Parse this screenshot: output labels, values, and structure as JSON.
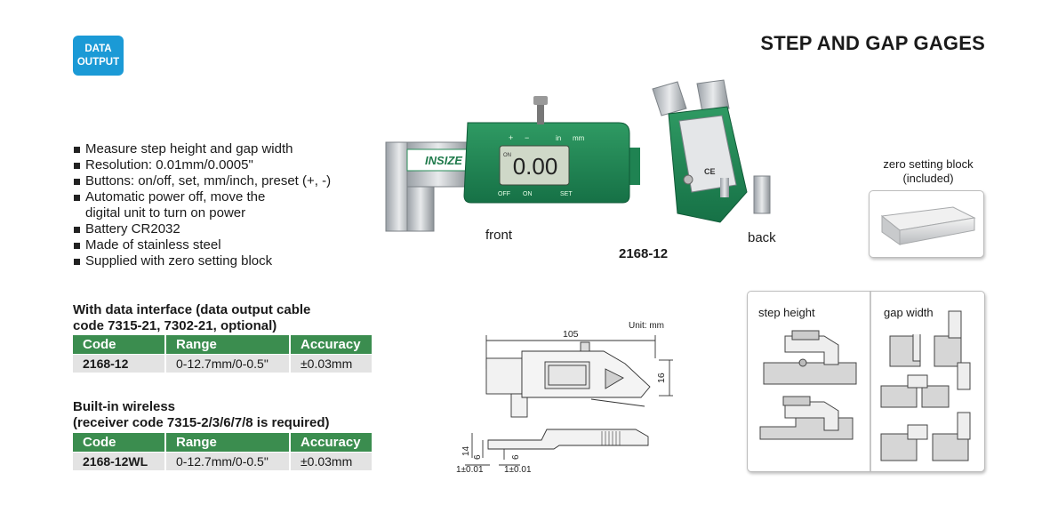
{
  "badge": {
    "line1": "DATA",
    "line2": "OUTPUT"
  },
  "title": "STEP AND GAP GAGES",
  "features": [
    "Measure step height and gap width",
    "Resolution: 0.01mm/0.0005\"",
    "Buttons: on/off, set, mm/inch, preset (+, -)",
    "Automatic power off, move the",
    "digital unit to turn on power",
    "Battery CR2032",
    "Made of stainless steel",
    "Supplied with zero setting block"
  ],
  "photo": {
    "front_caption": "front",
    "back_caption": "back",
    "model": "2168-12",
    "display_value": "0.00",
    "brand": "INSIZE",
    "btn_plus": "+",
    "btn_minus": "−",
    "btn_in": "in",
    "btn_mm": "mm",
    "btn_off": "OFF",
    "btn_on": "ON",
    "btn_set": "SET",
    "lcd_on": "ON",
    "label_ce": "CE"
  },
  "zero_block": {
    "line1": "zero setting block",
    "line2": "(included)"
  },
  "wired": {
    "heading1": "With data interface (data output cable",
    "heading2": "code 7315-21, 7302-21, optional)",
    "columns": [
      "Code",
      "Range",
      "Accuracy"
    ],
    "rows": [
      {
        "code": "2168-12",
        "range": "0-12.7mm/0-0.5\"",
        "accuracy": "±0.03mm"
      }
    ]
  },
  "wireless": {
    "heading1": "Built-in wireless",
    "heading2": "(receiver code 7315-2/3/6/7/8 is required)",
    "columns": [
      "Code",
      "Range",
      "Accuracy"
    ],
    "rows": [
      {
        "code": "2168-12WL",
        "range": "0-12.7mm/0-0.5\"",
        "accuracy": "±0.03mm"
      }
    ]
  },
  "drawing": {
    "unit": "Unit: mm",
    "dim_length": "105",
    "dim_height": "16",
    "dim_base": "14",
    "dim_6a": "6",
    "dim_6b": "6",
    "tol_a": "1±0.01",
    "tol_b": "1±0.01"
  },
  "usage": {
    "step_label": "step height",
    "gap_label": "gap width"
  }
}
